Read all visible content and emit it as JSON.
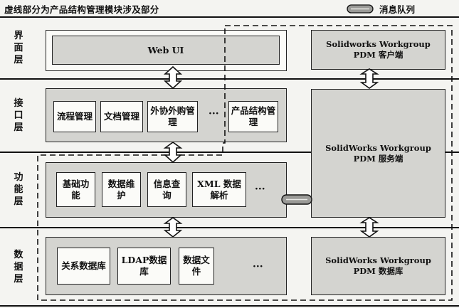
{
  "caption": "虚线部分为产品结构管理模块涉及部分",
  "legend": {
    "label": "消息队列"
  },
  "layers": {
    "ui": "界面层",
    "interface": "接口层",
    "function": "功能层",
    "data": "数据层"
  },
  "ui_layer": {
    "web_ui": "Web UI"
  },
  "interface_layer": {
    "modules": [
      "流程管理",
      "文档管理",
      "外协外购管理",
      "产品结构管理"
    ],
    "ellipsis": "···"
  },
  "function_layer": {
    "modules": [
      "基础功能",
      "数据维护",
      "信息查询",
      "XML 数据解析"
    ],
    "ellipsis": "···"
  },
  "data_layer": {
    "modules": [
      "关系数据库",
      "LDAP数据库",
      "数据文件"
    ],
    "ellipsis": "···"
  },
  "pdm": {
    "client": {
      "line1": "Solidworks Workgroup",
      "line2": "PDM 客户端"
    },
    "server": {
      "line1": "SolidWorks Workgroup",
      "line2": "PDM 服务端"
    },
    "database": {
      "line1": "SolidWorks Workgroup",
      "line2": "PDM 数据库"
    }
  }
}
